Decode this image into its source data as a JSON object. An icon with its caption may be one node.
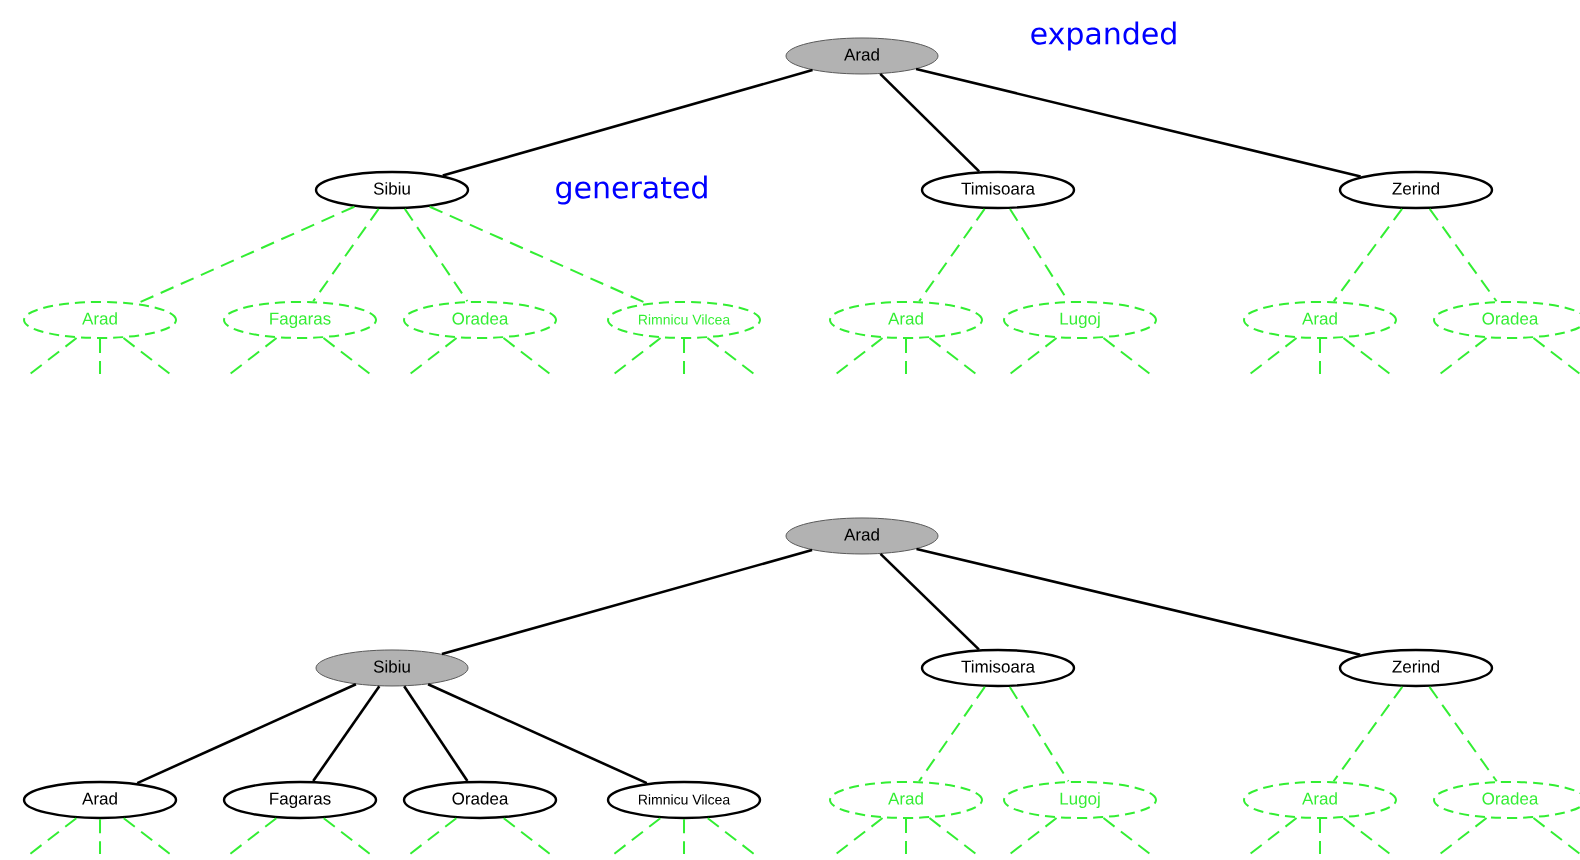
{
  "diagram": {
    "nodes": [
      {
        "text": [
          "Arad"
        ]
      },
      {
        "text": [
          "Sibiu"
        ]
      },
      {
        "text": [
          "Timisoara"
        ]
      },
      {
        "text": [
          "Zerind"
        ]
      },
      {
        "text": [
          "Arad"
        ]
      },
      {
        "text": [
          "Fagaras"
        ]
      },
      {
        "text": [
          "Oradea"
        ]
      },
      {
        "text": [
          "Rimnicu Vilcea"
        ]
      },
      {
        "text": [
          "Arad"
        ]
      },
      {
        "text": [
          "Lugoj"
        ]
      },
      {
        "text": [
          "Arad"
        ]
      },
      {
        "text": [
          "Oradea"
        ]
      },
      {
        "text": [
          "Arad"
        ]
      },
      {
        "text": [
          "Sibiu"
        ]
      },
      {
        "text": [
          "Timisoara"
        ]
      },
      {
        "text": [
          "Zerind"
        ]
      },
      {
        "text": [
          "Arad"
        ]
      },
      {
        "text": [
          "Fagaras"
        ]
      },
      {
        "text": [
          "Oradea"
        ]
      },
      {
        "text": [
          "Rimnicu Vilcea"
        ]
      },
      {
        "text": [
          "Arad"
        ]
      },
      {
        "text": [
          "Lugoj"
        ]
      },
      {
        "text": [
          "Arad"
        ]
      },
      {
        "text": [
          "Oradea"
        ]
      }
    ],
    "edges": [
      {
        "from": 0,
        "to": 1,
        "arrow": "none",
        "color": "#000000"
      },
      {
        "from": 0,
        "to": 2,
        "arrow": "none",
        "color": "#000000"
      },
      {
        "from": 0,
        "to": 3,
        "arrow": "none",
        "color": "#000000"
      },
      {
        "from": 1,
        "to": 4,
        "arrow": "none",
        "style": "dashed",
        "color": "#33ee33"
      },
      {
        "from": 1,
        "to": 5,
        "arrow": "none",
        "style": "dashed",
        "color": "#33ee33"
      },
      {
        "from": 1,
        "to": 6,
        "arrow": "none",
        "style": "dashed",
        "color": "#33ee33"
      },
      {
        "from": 1,
        "to": 7,
        "arrow": "none",
        "style": "dashed",
        "color": "#33ee33"
      },
      {
        "from": 2,
        "to": 8,
        "arrow": "none",
        "style": "dashed",
        "color": "#33ee33"
      },
      {
        "from": 2,
        "to": 9,
        "arrow": "none",
        "style": "dashed",
        "color": "#33ee33"
      },
      {
        "from": 3,
        "to": 10,
        "arrow": "none",
        "style": "dashed",
        "color": "#33ee33"
      },
      {
        "from": 3,
        "to": 11,
        "arrow": "none",
        "style": "dashed",
        "color": "#33ee33"
      },
      {
        "from": 4,
        "to": null,
        "arrow": "none",
        "style": "dashed",
        "color": "#33ee33"
      },
      {
        "from": 4,
        "to": null,
        "arrow": "none",
        "style": "dashed",
        "color": "#33ee33"
      },
      {
        "from": 4,
        "to": null,
        "arrow": "none",
        "style": "dashed",
        "color": "#33ee33"
      },
      {
        "from": 5,
        "to": null,
        "arrow": "none",
        "style": "dashed",
        "color": "#33ee33"
      },
      {
        "from": 5,
        "to": null,
        "arrow": "none",
        "style": "dashed",
        "color": "#33ee33"
      },
      {
        "from": 6,
        "to": null,
        "arrow": "none",
        "style": "dashed",
        "color": "#33ee33"
      },
      {
        "from": 6,
        "to": null,
        "arrow": "none",
        "style": "dashed",
        "color": "#33ee33"
      },
      {
        "from": 7,
        "to": null,
        "arrow": "none",
        "style": "dashed",
        "color": "#33ee33"
      },
      {
        "from": 7,
        "to": null,
        "arrow": "none",
        "style": "dashed",
        "color": "#33ee33"
      },
      {
        "from": 7,
        "to": null,
        "arrow": "none",
        "style": "dashed",
        "color": "#33ee33"
      },
      {
        "from": 8,
        "to": null,
        "arrow": "none",
        "style": "dashed",
        "color": "#33ee33"
      },
      {
        "from": 8,
        "to": null,
        "arrow": "none",
        "style": "dashed",
        "color": "#33ee33"
      },
      {
        "from": 8,
        "to": null,
        "arrow": "none",
        "style": "dashed",
        "color": "#33ee33"
      },
      {
        "from": 9,
        "to": null,
        "arrow": "none",
        "style": "dashed",
        "color": "#33ee33"
      },
      {
        "from": 9,
        "to": null,
        "arrow": "none",
        "style": "dashed",
        "color": "#33ee33"
      },
      {
        "from": 10,
        "to": null,
        "arrow": "none",
        "style": "dashed",
        "color": "#33ee33"
      },
      {
        "from": 10,
        "to": null,
        "arrow": "none",
        "style": "dashed",
        "color": "#33ee33"
      },
      {
        "from": 10,
        "to": null,
        "arrow": "none",
        "style": "dashed",
        "color": "#33ee33"
      },
      {
        "from": 11,
        "to": null,
        "arrow": "none",
        "style": "dashed",
        "color": "#33ee33"
      },
      {
        "from": 11,
        "to": null,
        "arrow": "none",
        "style": "dashed",
        "color": "#33ee33"
      },
      {
        "from": 12,
        "to": 13,
        "arrow": "none",
        "color": "#000000"
      },
      {
        "from": 12,
        "to": 14,
        "arrow": "none",
        "color": "#000000"
      },
      {
        "from": 12,
        "to": 15,
        "arrow": "none",
        "color": "#000000"
      },
      {
        "from": 13,
        "to": 16,
        "arrow": "none",
        "color": "#000000"
      },
      {
        "from": 13,
        "to": 17,
        "arrow": "none",
        "color": "#000000"
      },
      {
        "from": 13,
        "to": 18,
        "arrow": "none",
        "color": "#000000"
      },
      {
        "from": 13,
        "to": 19,
        "arrow": "none",
        "color": "#000000"
      },
      {
        "from": 14,
        "to": 20,
        "arrow": "none",
        "style": "dashed",
        "color": "#33ee33"
      },
      {
        "from": 14,
        "to": 21,
        "arrow": "none",
        "style": "dashed",
        "color": "#33ee33"
      },
      {
        "from": 15,
        "to": 22,
        "arrow": "none",
        "style": "dashed",
        "color": "#33ee33"
      },
      {
        "from": 15,
        "to": 23,
        "arrow": "none",
        "style": "dashed",
        "color": "#33ee33"
      },
      {
        "from": 16,
        "to": null,
        "arrow": "none",
        "style": "dashed",
        "color": "#33ee33"
      },
      {
        "from": 16,
        "to": null,
        "arrow": "none",
        "style": "dashed",
        "color": "#33ee33"
      },
      {
        "from": 16,
        "to": null,
        "arrow": "none",
        "style": "dashed",
        "color": "#33ee33"
      },
      {
        "from": 17,
        "to": null,
        "arrow": "none",
        "style": "dashed",
        "color": "#33ee33"
      },
      {
        "from": 17,
        "to": null,
        "arrow": "none",
        "style": "dashed",
        "color": "#33ee33"
      },
      {
        "from": 18,
        "to": null,
        "arrow": "none",
        "style": "dashed",
        "color": "#33ee33"
      },
      {
        "from": 18,
        "to": null,
        "arrow": "none",
        "style": "dashed",
        "color": "#33ee33"
      },
      {
        "from": 19,
        "to": null,
        "arrow": "none",
        "style": "dashed",
        "color": "#33ee33"
      },
      {
        "from": 19,
        "to": null,
        "arrow": "none",
        "style": "dashed",
        "color": "#33ee33"
      },
      {
        "from": 19,
        "to": null,
        "arrow": "none",
        "style": "dashed",
        "color": "#33ee33"
      },
      {
        "from": 20,
        "to": null,
        "arrow": "none",
        "style": "dashed",
        "color": "#33ee33"
      },
      {
        "from": 20,
        "to": null,
        "arrow": "none",
        "style": "dashed",
        "color": "#33ee33"
      },
      {
        "from": 20,
        "to": null,
        "arrow": "none",
        "style": "dashed",
        "color": "#33ee33"
      },
      {
        "from": 21,
        "to": null,
        "arrow": "none",
        "style": "dashed",
        "color": "#33ee33"
      },
      {
        "from": 21,
        "to": null,
        "arrow": "none",
        "style": "dashed",
        "color": "#33ee33"
      },
      {
        "from": 22,
        "to": null,
        "arrow": "none",
        "style": "dashed",
        "color": "#33ee33"
      },
      {
        "from": 22,
        "to": null,
        "arrow": "none",
        "style": "dashed",
        "color": "#33ee33"
      },
      {
        "from": 22,
        "to": null,
        "arrow": "none",
        "style": "dashed",
        "color": "#33ee33"
      },
      {
        "from": 23,
        "to": null,
        "arrow": "none",
        "style": "dashed",
        "color": "#33ee33"
      },
      {
        "from": 23,
        "to": null,
        "arrow": "none",
        "style": "dashed",
        "color": "#33ee33"
      }
    ],
    "labels": [
      "expanded",
      "generated"
    ]
  }
}
